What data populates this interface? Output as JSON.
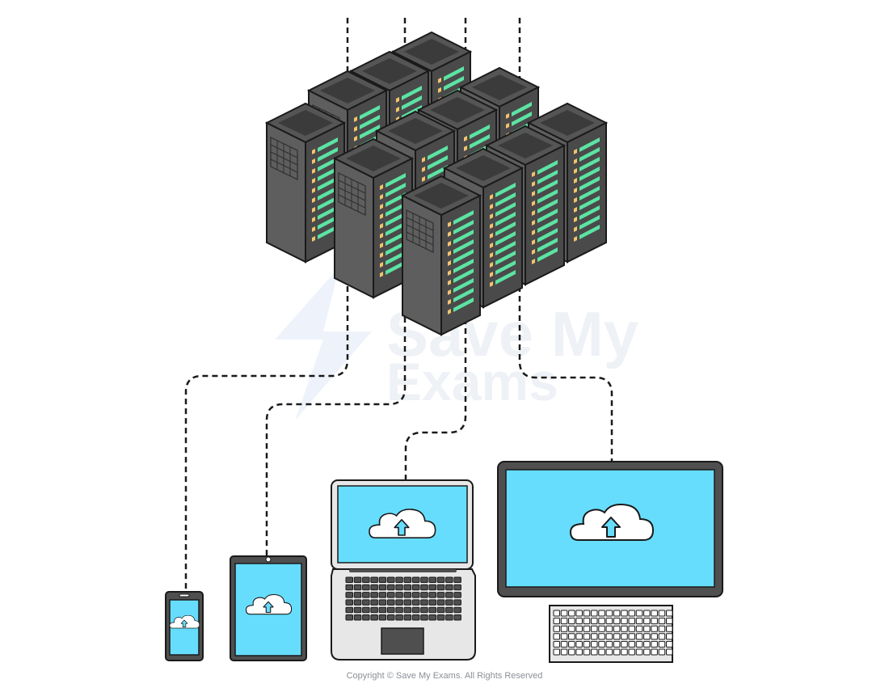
{
  "watermark": {
    "line1": "Save My",
    "line2": "Exams"
  },
  "copyright": "Copyright © Save My Exams. All Rights Reserved",
  "colors": {
    "server_top": "#555555",
    "server_top_face": "#3b3b3b",
    "server_left": "#5e5e5e",
    "server_right": "#4a4a4a",
    "led_green": "#5ce3a3",
    "led_amber": "#f2c46a",
    "screen": "#66ddfd",
    "device_frame": "#4f4f4f",
    "laptop_body": "#e7e7e7",
    "dash_line": "#1a1a1a"
  },
  "diagram": {
    "servers": [
      "server-rack",
      "server-rack",
      "server-rack",
      "server-rack",
      "server-rack",
      "server-rack",
      "server-rack",
      "server-rack",
      "server-rack",
      "server-rack",
      "server-rack"
    ],
    "devices": [
      "smartphone",
      "tablet",
      "laptop",
      "desktop-monitor"
    ],
    "icons": [
      "cloud-upload-icon"
    ]
  }
}
